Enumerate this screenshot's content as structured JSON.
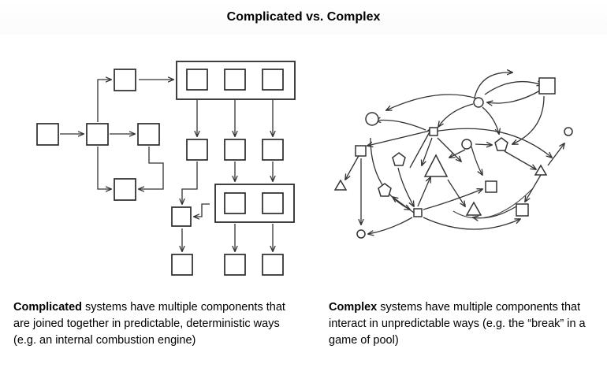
{
  "title": "Complicated vs. Complex",
  "captions": {
    "left": {
      "bold": "Complicated",
      "text": " systems have multiple components that are joined together in predictable, deterministic ways (e.g. an internal combustion engine)"
    },
    "right": {
      "bold": "Complex",
      "text": " systems have multiple components that interact in unpredictable ways (e.g. the “break” in a game of pool)"
    }
  }
}
